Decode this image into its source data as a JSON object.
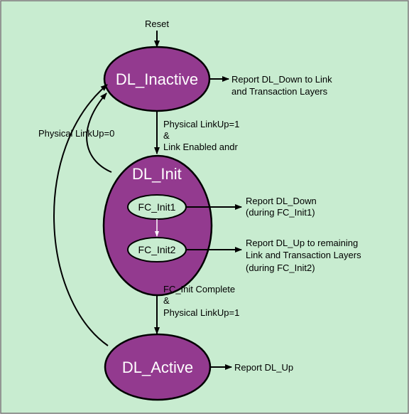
{
  "colors": {
    "background": "#c8ecd0",
    "state_fill": "#933a8f",
    "substate_fill": "#c8ecd0",
    "border": "#000000",
    "inner_arrow": "#ffffff"
  },
  "diagram": {
    "reset_label": "Reset",
    "states": {
      "inactive": "DL_Inactive",
      "init": "DL_Init",
      "active": "DL_Active",
      "fc_init1": "FC_Init1",
      "fc_init2": "FC_Init2"
    },
    "transitions": {
      "inactive_to_init": [
        "Physical LinkUp=1",
        "&",
        "Link Enabled andr"
      ],
      "init_to_active": [
        "FC_Init Complete",
        "&",
        "Physical LinkUp=1"
      ],
      "init_to_inactive": "Physical LinkUp=0"
    },
    "reports": {
      "inactive": [
        "Report DL_Down to Link",
        "and Transaction Layers"
      ],
      "fc_init1": [
        "Report DL_Down",
        "(during FC_Init1)"
      ],
      "fc_init2": [
        "Report DL_Up to remaining",
        "Link and Transaction Layers",
        "(during FC_Init2)"
      ],
      "active": "Report DL_Up"
    }
  }
}
